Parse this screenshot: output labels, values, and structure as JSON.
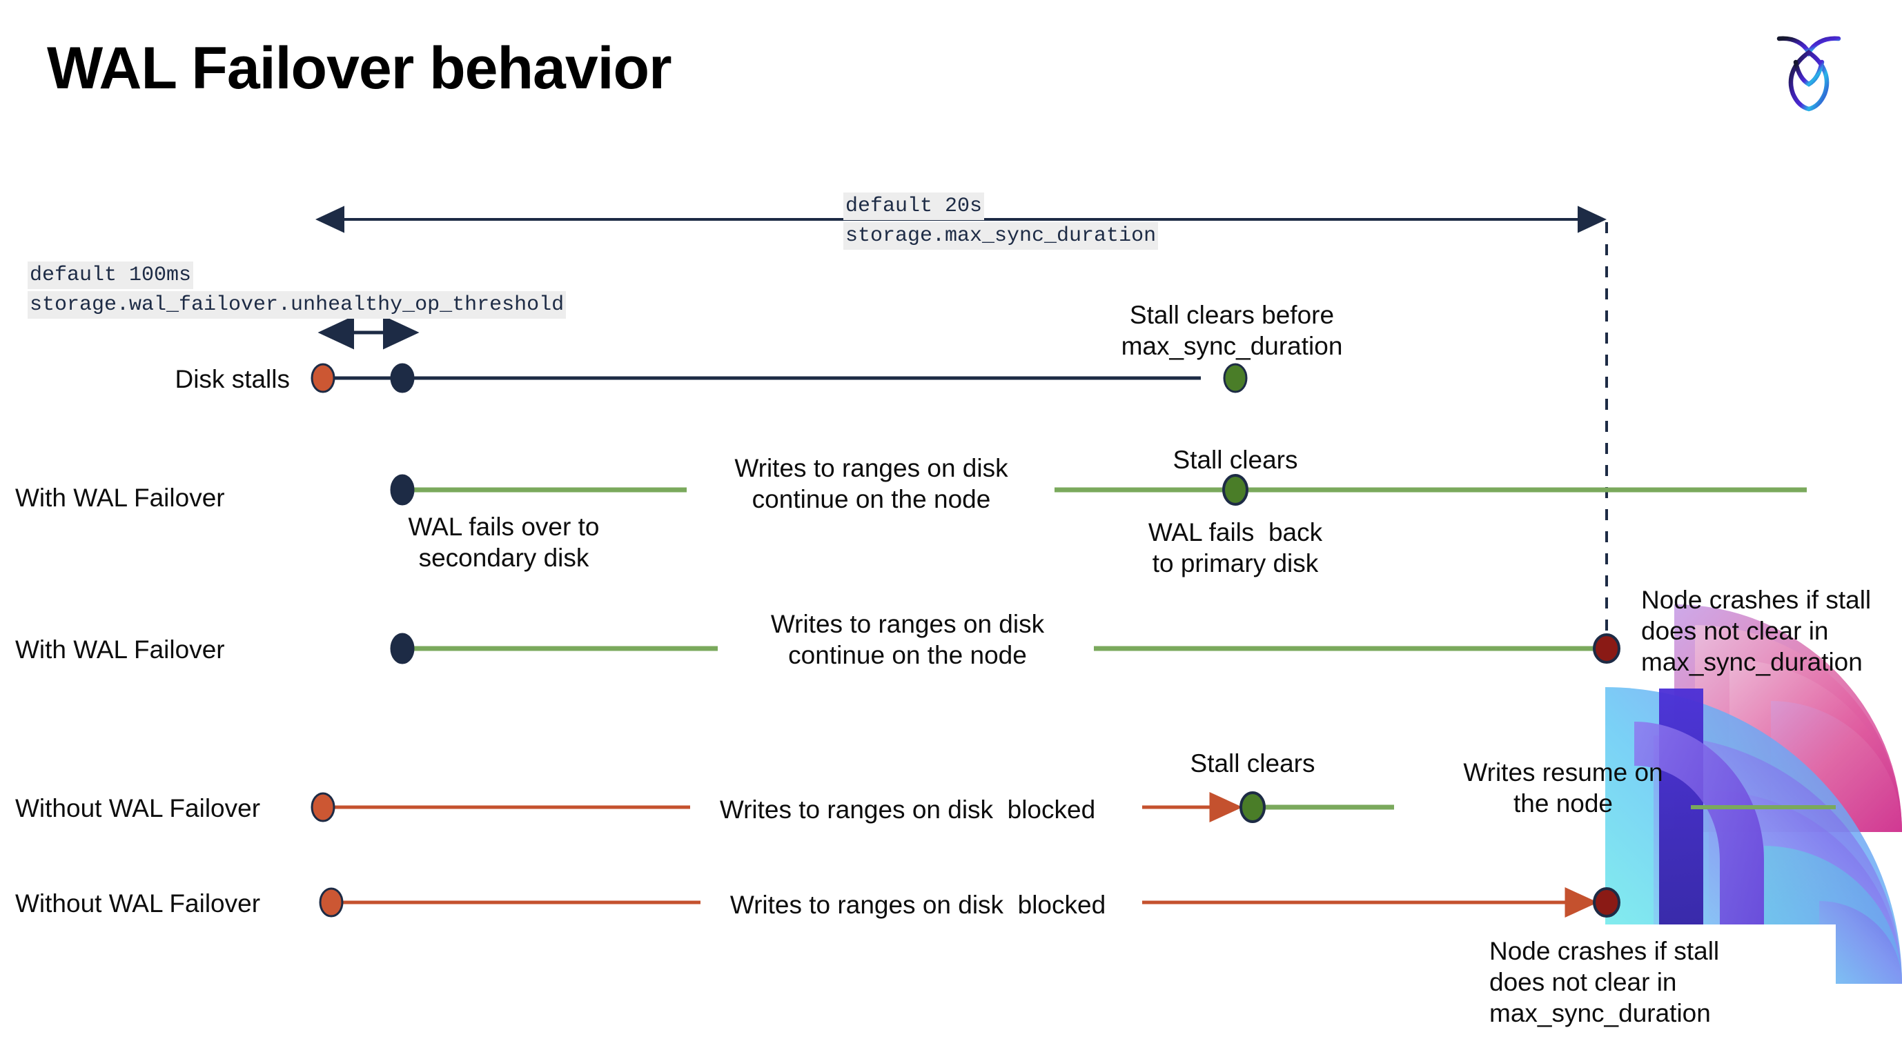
{
  "slide": {
    "title": "WAL Failover behavior",
    "logo_name": "cockroach-labs-logo"
  },
  "annotations": {
    "max_sync": {
      "line1": "default 20s",
      "line2": "storage.max_sync_duration"
    },
    "unhealthy_op": {
      "line1": "default 100ms",
      "line2": "storage.wal_failover.unhealthy_op_threshold"
    }
  },
  "rows": [
    {
      "id": "disk-stalls",
      "label": "Disk stalls",
      "note_above": "Stall clears before\nmax_sync_duration"
    },
    {
      "id": "with-wal-failover-1",
      "label": "With WAL Failover",
      "note_mid": "Writes to ranges on disk\ncontinue on the node",
      "note_top_right": "Stall clears",
      "note_below_left": "WAL fails over to\nsecondary disk",
      "note_below_right": "WAL fails  back\nto primary disk"
    },
    {
      "id": "with-wal-failover-2",
      "label": "With WAL Failover",
      "note_mid": "Writes to ranges on disk\ncontinue on the node",
      "note_right": "Node crashes if stall\ndoes not clear in\nmax_sync_duration"
    },
    {
      "id": "without-wal-failover-1",
      "label": "Without WAL Failover",
      "note_mid": "Writes to ranges on disk  blocked",
      "note_top_right": "Stall clears",
      "note_right": "Writes resume on\nthe node"
    },
    {
      "id": "without-wal-failover-2",
      "label": "Without WAL Failover",
      "note_mid": "Writes to ranges on disk  blocked",
      "note_below_right": "Node crashes if stall\ndoes not clear in\nmax_sync_duration"
    }
  ],
  "colors": {
    "navy": "#1d2b45",
    "green_line": "#7aa95c",
    "green_dot": "#4a7d28",
    "orange": "#c4512e",
    "orange_dot": "#cc5733",
    "dark_red": "#8a1a15",
    "code_bg": "#ededed",
    "accent_cyan": "#6ff2e8",
    "accent_purple": "#7b4ff3",
    "accent_pink": "#e0528f"
  },
  "markers": {
    "stall_start": "orange-dot-stall-start",
    "failover_point": "navy-dot-failover",
    "stall_clear": "green-dot-stall-clear",
    "node_crash": "dark-red-dot-node-crash"
  }
}
